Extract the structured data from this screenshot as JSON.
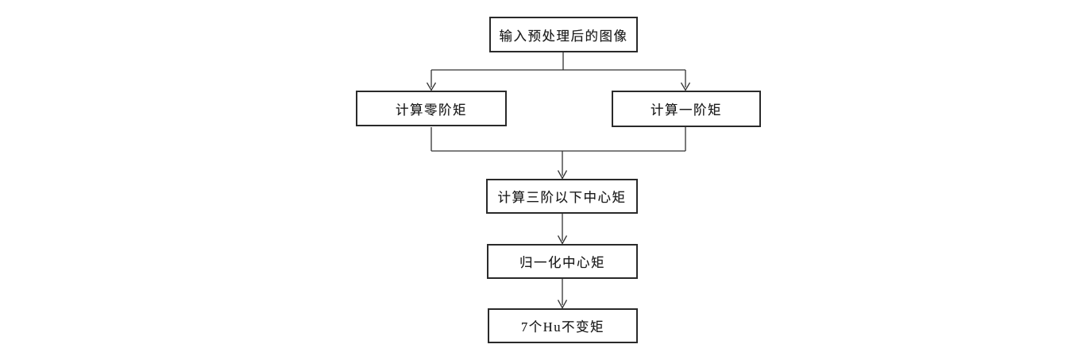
{
  "page": {
    "background_color": "#ffffff",
    "line_color": "#333333",
    "box_border_color": "#2a2a2a",
    "text_color": "#1c1c1c"
  },
  "flowchart": {
    "type": "flowchart",
    "nodes": [
      {
        "id": "input-image",
        "label": "输入预处理后的图像"
      },
      {
        "id": "zero-order-moment",
        "label": "计算零阶矩"
      },
      {
        "id": "first-order-moment",
        "label": "计算一阶矩"
      },
      {
        "id": "central-moments",
        "label": "计算三阶以下中心矩"
      },
      {
        "id": "normalized-central-moments",
        "label": "归一化中心矩"
      },
      {
        "id": "hu-invariant-moments",
        "label": "7个Hu不变矩"
      }
    ],
    "edges": [
      {
        "from": "input-image",
        "to": "zero-order-moment"
      },
      {
        "from": "input-image",
        "to": "first-order-moment"
      },
      {
        "from": "zero-order-moment",
        "to": "central-moments"
      },
      {
        "from": "first-order-moment",
        "to": "central-moments"
      },
      {
        "from": "central-moments",
        "to": "normalized-central-moments"
      },
      {
        "from": "normalized-central-moments",
        "to": "hu-invariant-moments"
      }
    ]
  }
}
